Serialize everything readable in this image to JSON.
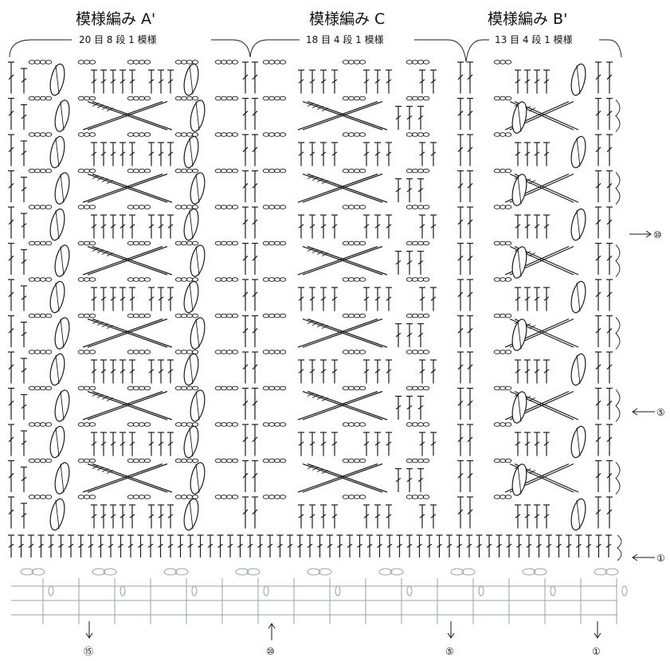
{
  "sections": [
    {
      "title": "模様編み A'",
      "subtitle": "20 目 8 段 1 模様"
    },
    {
      "title": "模様編み C",
      "subtitle": "18 目 4 段 1 模様"
    },
    {
      "title": "模様編み B'",
      "subtitle": "13 目 4 段 1 模様"
    }
  ],
  "row_markers": [
    "⑩",
    "⑤",
    "①"
  ],
  "bottom_markers": [
    "⑮",
    "⑩",
    "⑤",
    "①"
  ]
}
